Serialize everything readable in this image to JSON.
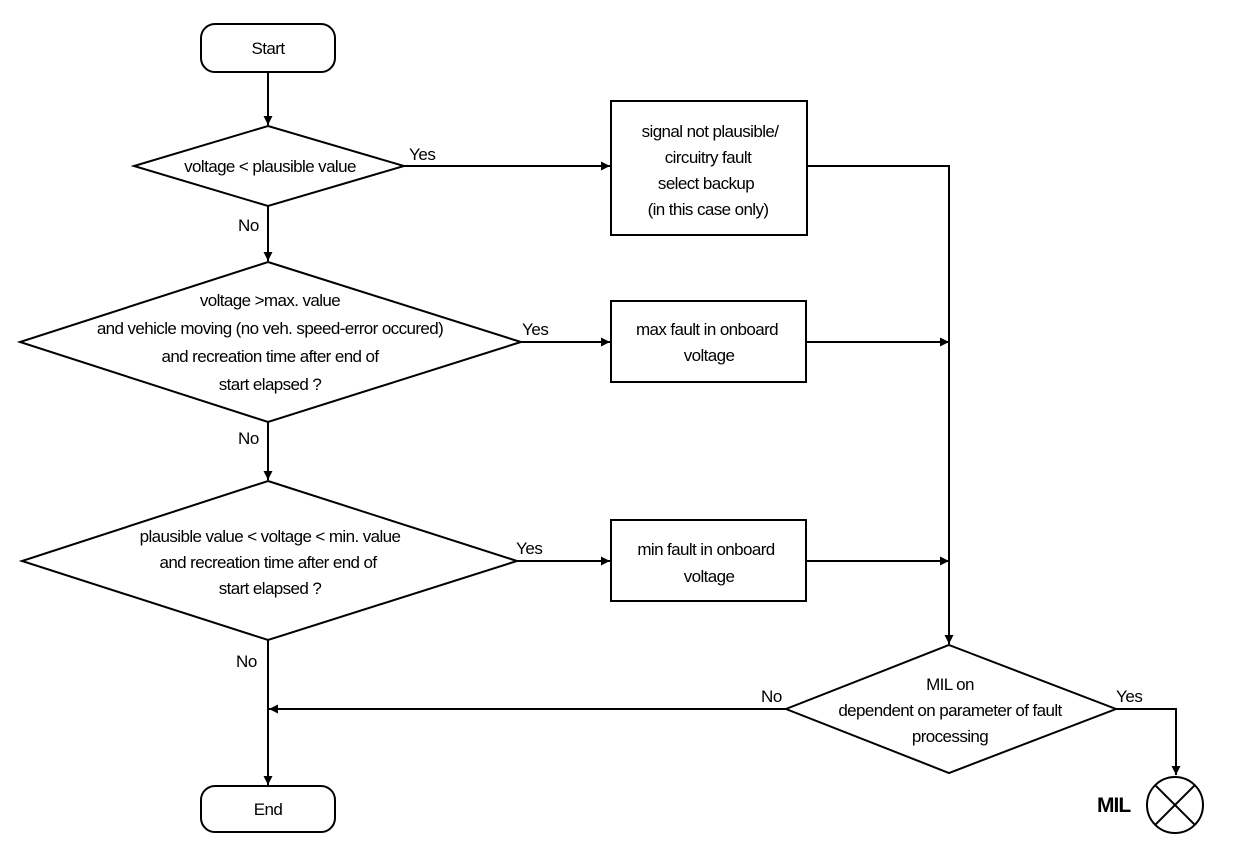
{
  "start": "Start",
  "end": "End",
  "decisions": {
    "d1": [
      "voltage < plausible value"
    ],
    "d2": [
      "voltage >max. value",
      "and vehicle moving (no veh. speed-error occured)",
      "and recreation time  after end of",
      "start elapsed ?"
    ],
    "d3": [
      "plausible value < voltage < min. value",
      "and recreation time after end of",
      "start elapsed ?"
    ],
    "d4": [
      "MIL on",
      "dependent on parameter of fault",
      "processing"
    ]
  },
  "actions": {
    "a1": [
      "signal not plausible/",
      "circuitry fault",
      "select backup",
      "(in this case only)"
    ],
    "a2": [
      "max fault in onboard",
      "voltage"
    ],
    "a3": [
      "min fault in onboard",
      "voltage"
    ]
  },
  "labels": {
    "d1_yes": "Yes",
    "d1_no": "No",
    "d2_yes": "Yes",
    "d2_no": "No",
    "d3_yes": "Yes",
    "d3_no": "No",
    "d4_no": "No",
    "d4_yes": "Yes"
  },
  "mil_lamp_label": "MIL"
}
